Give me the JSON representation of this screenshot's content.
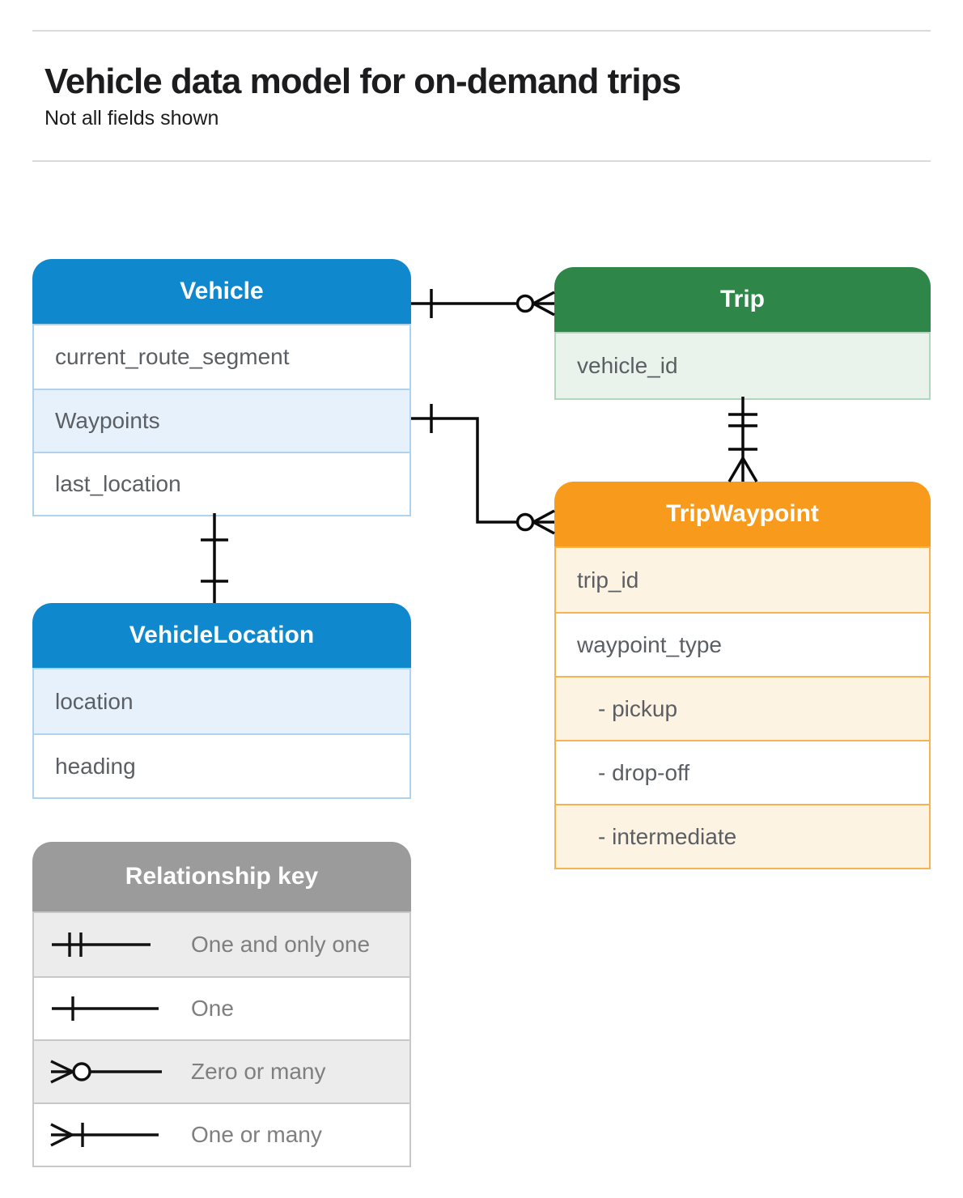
{
  "page": {
    "title": "Vehicle data model for on-demand trips",
    "subtitle": "Not all fields shown"
  },
  "colors": {
    "blue_header": "#0f88cd",
    "blue_row": "#e7f1fb",
    "blue_border": "#aed3ee",
    "green_header": "#2e8749",
    "green_row": "#e9f3ec",
    "green_border": "#b1d6ba",
    "orange_header": "#f89b1d",
    "orange_row": "#fdf3e2",
    "orange_border": "#f7b34f",
    "gray_header": "#9b9b9b",
    "gray_row": "#ececec",
    "gray_border": "#c8c8c8",
    "field_text": "#5b5f63",
    "legend_text": "#7f7f7f",
    "connector": "#0a0a0a"
  },
  "entities": {
    "vehicle": {
      "title": "Vehicle",
      "fields": [
        {
          "label": "current_route_segment"
        },
        {
          "label": "Waypoints"
        },
        {
          "label": "last_location"
        }
      ]
    },
    "trip": {
      "title": "Trip",
      "fields": [
        {
          "label": "vehicle_id"
        }
      ]
    },
    "trip_waypoint": {
      "title": "TripWaypoint",
      "fields": [
        {
          "label": "trip_id"
        },
        {
          "label": "waypoint_type"
        },
        {
          "label": "- pickup"
        },
        {
          "label": "- drop-off"
        },
        {
          "label": "- intermediate"
        }
      ]
    },
    "vehicle_location": {
      "title": "VehicleLocation",
      "fields": [
        {
          "label": "location"
        },
        {
          "label": "heading"
        }
      ]
    }
  },
  "legend": {
    "title": "Relationship key",
    "items": [
      {
        "symbol": "one-and-only-one",
        "label": "One and only one"
      },
      {
        "symbol": "one",
        "label": "One"
      },
      {
        "symbol": "zero-or-many",
        "label": "Zero or many"
      },
      {
        "symbol": "one-or-many",
        "label": "One or many"
      }
    ]
  },
  "relationships": [
    {
      "from": "Vehicle",
      "to": "Trip",
      "from_cardinality": "One",
      "to_cardinality": "Zero or many"
    },
    {
      "from": "Vehicle.Waypoints",
      "to": "TripWaypoint",
      "from_cardinality": "One",
      "to_cardinality": "Zero or many"
    },
    {
      "from": "Trip",
      "to": "TripWaypoint",
      "from_cardinality": "One and only one",
      "to_cardinality": "One or many"
    },
    {
      "from": "Vehicle",
      "to": "VehicleLocation",
      "from_cardinality": "One",
      "to_cardinality": "One"
    }
  ]
}
